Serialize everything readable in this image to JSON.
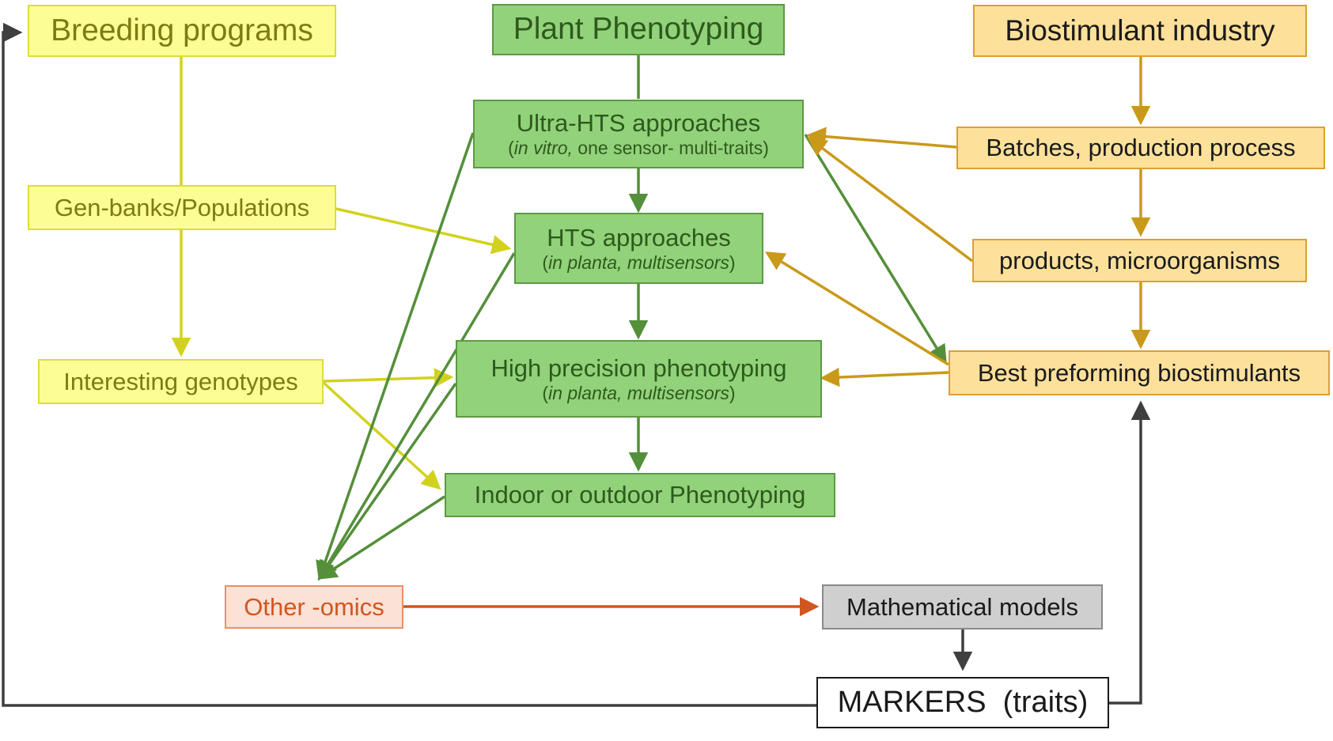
{
  "nodes": {
    "breeding": "Breeding programs",
    "genbanks": "Gen-banks/Populations",
    "genotypes": "Interesting genotypes",
    "plant_pheno": "Plant Phenotyping",
    "ultra_hts": {
      "title": "Ultra-HTS approaches",
      "sub_open": "(",
      "sub_italic": "in vitro,",
      "sub_rest": " one sensor- multi-traits)"
    },
    "hts": {
      "title": "HTS approaches",
      "sub_open": "(",
      "sub_italic": "in planta, multisensors",
      "sub_close": ")"
    },
    "high_precision": {
      "title": "High precision phenotyping",
      "sub_open": "(",
      "sub_italic": "in planta, multisensors",
      "sub_close": ")"
    },
    "indoor": "Indoor or outdoor Phenotyping",
    "biostim_industry": "Biostimulant industry",
    "batches": "Batches, production process",
    "products": "products, microorganisms",
    "best": "Best preforming biostimulants",
    "omics": "Other -omics",
    "models": "Mathematical models",
    "markers": "MARKERS  (traits)"
  },
  "colors": {
    "yellow_arrow": "#d2d21e",
    "green_arrow": "#548f3a",
    "orange_arrow": "#c99a1a",
    "omics_arrow": "#d1561f",
    "dark_arrow": "#3f3f3f"
  }
}
